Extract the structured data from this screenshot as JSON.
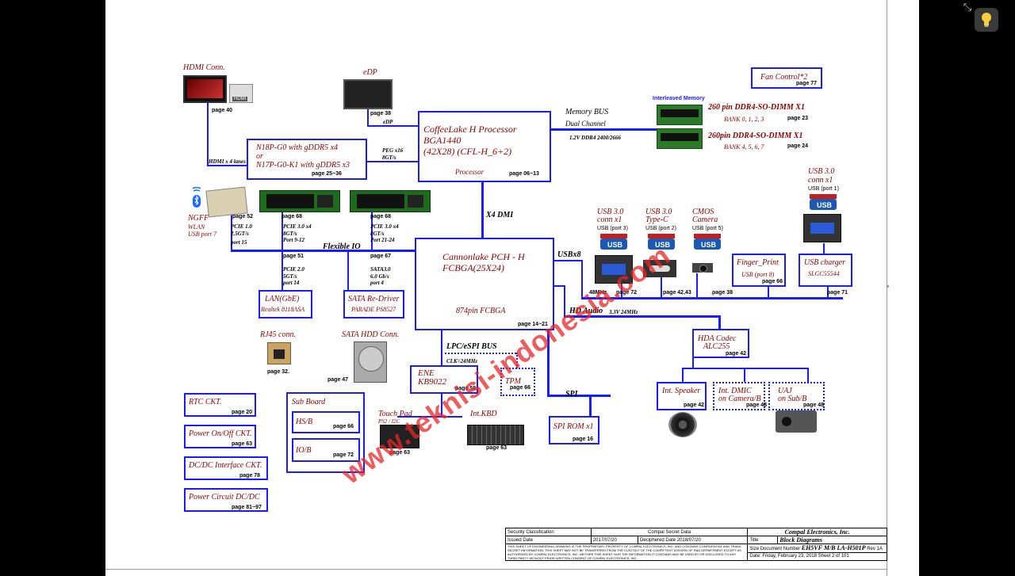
{
  "viewer": {
    "shrink_icon": "collapse-arrows-icon",
    "bulb_icon": "lightbulb-icon"
  },
  "processor": {
    "line1": "CoffeeLake H Processor",
    "line2": "BGA1440",
    "line3": "(42X28) (CFL-H_6+2)",
    "name": "Processor",
    "page": "page 06~13"
  },
  "pch": {
    "line1": "Cannonlake PCH - H",
    "line2": "FCBGA(25X24)",
    "line3": "874pin FCBGA",
    "page": "page 14~21"
  },
  "hdmi": {
    "title": "HDMI Conn.",
    "page": "page 40",
    "link": "HDMI x 4 lanes",
    "logo": "HDMI"
  },
  "edp": {
    "title": "eDP",
    "page": "page 38",
    "link": "eDP"
  },
  "gpu": {
    "line1": "N18P-G0 with gDDR5 x4",
    "line2": "or",
    "line3": "N17P-G0-K1 with gDDR5 x3",
    "page": "page 25~36",
    "peg1": "PEG x16",
    "peg2": "8GT/s"
  },
  "memory": {
    "bus": "Memory BUS",
    "channel": "Dual Channel",
    "voltage": "1.2V DDR4 2400/2666",
    "interleaved": "Interleaved  Memory",
    "dimm1": "260 pin DDR4-SO-DIMM X1",
    "bank1": "BANK 0, 1, 2, 3",
    "page1": "page 23",
    "dimm2": "260pin DDR4-SO-DIMM X1",
    "bank2": "BANK 4, 5, 6, 7",
    "page2": "page 24"
  },
  "fan": {
    "title": "Fan Control*2",
    "page": "page 77"
  },
  "ngff": {
    "title": "NGFF",
    "sub1": "WLAN",
    "sub2": "USB port 7",
    "page": "page 52",
    "pcie1": "PCIE 1.0",
    "pcie2": "2.5GT/s",
    "port": "port 15"
  },
  "ssd1": {
    "page": "page 68",
    "l1": "PCIE 3.0 x4",
    "l2": "8GT/s",
    "l3": "Port 9-12"
  },
  "ssd2": {
    "page": "page 68",
    "l1": "PCIE 3.0 x4",
    "l2": "8GT/s",
    "l3": "Port 21-24"
  },
  "flexible": "Flexible IO",
  "x4dmi": "X4 DMI",
  "lan": {
    "title": "LAN(GbE)",
    "sub": "Realtek 8118ASA",
    "page": "page 51",
    "l1": "PCIE 2.0",
    "l2": "5GT/s",
    "l3": "port 14"
  },
  "sata": {
    "title": "SATA Re-Driver",
    "sub": "PARADE PS8527",
    "page": "page 67",
    "l1": "SATA3.0",
    "l2": "6.0 Gb/s",
    "l3": "port 4"
  },
  "rj45": {
    "title": "RJ45 conn.",
    "page": "page 32."
  },
  "hdd": {
    "title": "SATA HDD Conn.",
    "page": "page 47"
  },
  "usbx8": "USBx8",
  "usb1": {
    "l1": "USB 3.0",
    "l2": "conn x1",
    "port": "USB (port 3)",
    "page": "page 72",
    "logo": "USB"
  },
  "usb2": {
    "l1": "USB 3.0",
    "l2": "Type-C",
    "port": "USB (port 2)",
    "page": "page 42,43",
    "logo": "USB"
  },
  "cmos": {
    "l1": "CMOS",
    "l2": "Camera",
    "port": "USB (port 5)",
    "page": "page 38",
    "logo": "USB"
  },
  "finger": {
    "title": "Finger_Print",
    "port": "USB (port 8)",
    "page": "page 66"
  },
  "usbcharger": {
    "title": "USB charger",
    "sub": "SLGC55544",
    "page": "page 71"
  },
  "usb3conn": {
    "l1": "USB 3.0",
    "l2": "conn  x1",
    "port": "USB (port 1)",
    "logo": "USB"
  },
  "freq48": "48MHz",
  "hdaudio": {
    "label": "HD Audio",
    "volt": "3.3V 24MHz"
  },
  "hda": {
    "title": "HDA Codec",
    "sub": "ALC255",
    "page": "page 42"
  },
  "speaker": {
    "title": "Int. Speaker",
    "page": "page 42"
  },
  "dmic": {
    "l1": "Int. DMIC",
    "l2": "on Camera/B",
    "page": "page 48"
  },
  "uaj": {
    "l1": "UAJ",
    "l2": "on Sub/B",
    "page": "page 48"
  },
  "lpc": {
    "label": "LPC/eSPI BUS",
    "clk": "CLK=24MHz"
  },
  "ene": {
    "l1": "ENE",
    "l2": "KB9022",
    "page": "page 58"
  },
  "tpm": {
    "title": "TPM",
    "page": "page 66"
  },
  "spi": {
    "label": "SPI",
    "title": "SPI ROM x1",
    "page": "page 16"
  },
  "touchpad": {
    "title": "Touch Pad",
    "sub": "PS2 / I2C",
    "page": "page 63"
  },
  "kbd": {
    "title": "Int.KBD",
    "page": "page 63"
  },
  "rtc": {
    "title": "RTC CKT.",
    "page": "page 20"
  },
  "poweronoff": {
    "title": "Power On/Off CKT.",
    "page": "page 63"
  },
  "dcdc": {
    "title": "DC/DC Interface CKT.",
    "page": "page 78"
  },
  "powercircuit": {
    "title": "Power Circuit DC/DC",
    "page": "page 81~97"
  },
  "subboard": {
    "title": "Sub Board",
    "hsb": "HS/B",
    "hsb_page": "page 66",
    "iob": "IO/B",
    "iob_page": "page 72"
  },
  "watermark": "www.teknisi-indonesia.com",
  "titleblock": {
    "security": "Security Classification",
    "compal_secret": "Compal Secret Data",
    "issued": "Issued Date",
    "issued_val": "2017/07/20",
    "deciphered": "Deciphered Date",
    "deciphered_val": "2018/07/20",
    "company": "Compal Electronics, Inc.",
    "title_lbl": "Title",
    "title": "Block Diagrams",
    "size": "Size",
    "doc": "Document Number",
    "rev": "Rev",
    "rev_val": "1A",
    "docnum": "EH5VF M/B LA-H501P",
    "date": "Date:",
    "date_val": "Friday, February 23, 2018",
    "sheet": "Sheet",
    "sheet_no": "2",
    "of": "of",
    "total": "101",
    "legal": "THIS SHEET OF ENGINEERING DRAWING IS THE PROPRIETARY PROPERTY OF COMPAL ELECTRONICS, INC. AND CONTAINS CONFIDENTIAL AND TRADE SECRET INFORMATION. THIS SHEET MAY NOT BE TRANSFERED FROM THE CUSTODY OF THE COMPETENT DIVISION OF R&D DEPARTMENT EXCEPT AS AUTHORIZED BY COMPAL ELECTRONICS, INC. NEITHER THIS SHEET NOR THE INFORMATION IT CONTAINS MAY BE USED BY OR DISCLOSED TO ANY THIRD PARTY WITHOUT PRIOR WRITTEN CONSENT OF COMPAL ELECTRONICS, INC."
  }
}
